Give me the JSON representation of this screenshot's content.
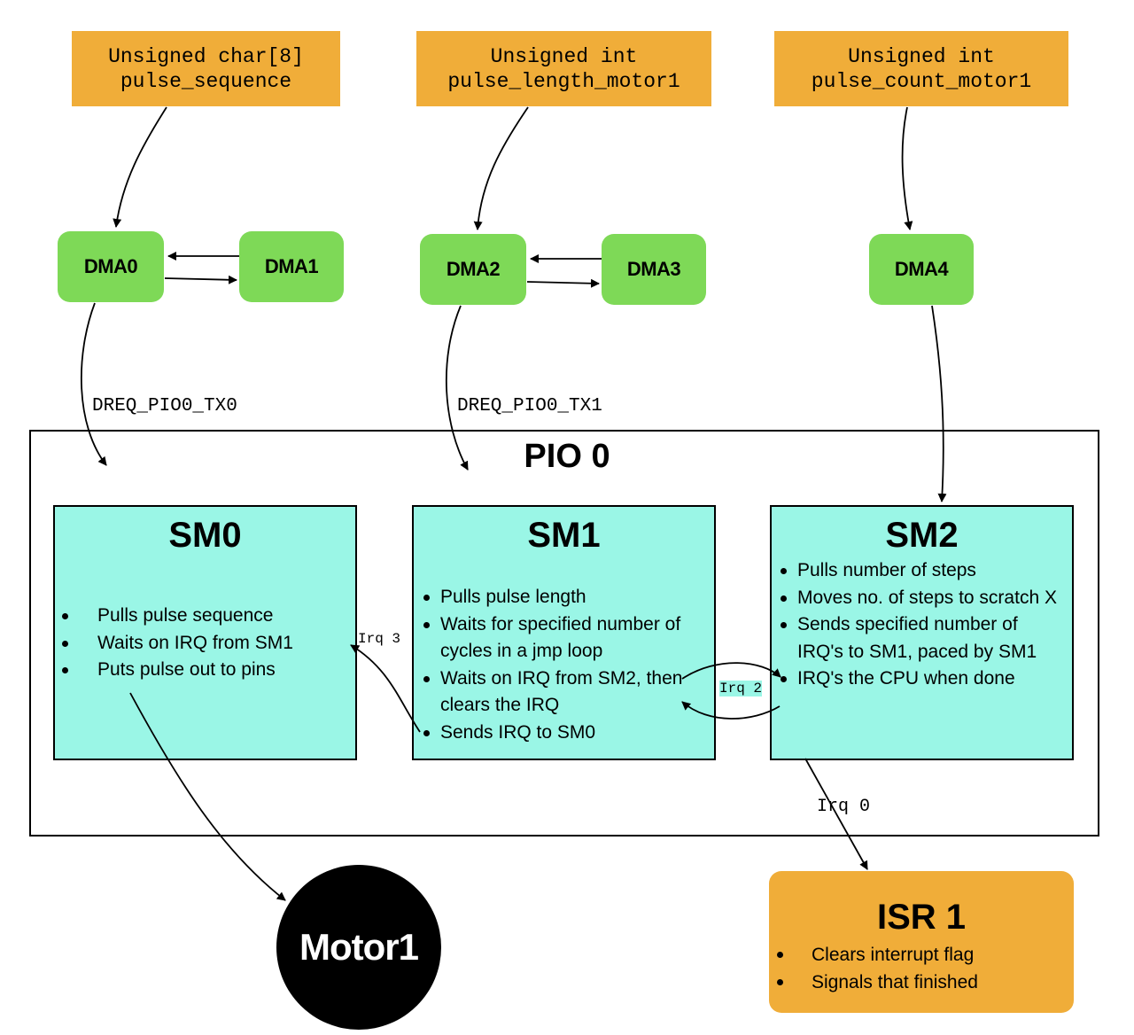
{
  "variables": [
    {
      "type": "Unsigned char[8]",
      "name": "pulse_sequence"
    },
    {
      "type": "Unsigned int",
      "name": "pulse_length_motor1"
    },
    {
      "type": "Unsigned int",
      "name": "pulse_count_motor1"
    }
  ],
  "dma": [
    "DMA0",
    "DMA1",
    "DMA2",
    "DMA3",
    "DMA4"
  ],
  "dreq": [
    "DREQ_PIO0_TX0",
    "DREQ_PIO0_TX1"
  ],
  "pio": {
    "title": "PIO 0"
  },
  "sm0": {
    "title": "SM0",
    "bullets": [
      "Pulls pulse sequence",
      "Waits on IRQ from SM1",
      "Puts pulse out to pins"
    ]
  },
  "sm1": {
    "title": "SM1",
    "bullets": [
      "Pulls pulse length",
      "Waits for specified number of cycles in a jmp loop",
      "Waits on IRQ from SM2, then clears the IRQ",
      "Sends IRQ to SM0"
    ]
  },
  "sm2": {
    "title": "SM2",
    "bullets": [
      "Pulls number of steps",
      "Moves no. of steps to scratch X",
      "Sends specified number of IRQ's to SM1, paced by SM1",
      "IRQ's the CPU when done"
    ]
  },
  "irq_labels": {
    "irq3": "Irq 3",
    "irq2": "Irq 2",
    "irq0": "Irq 0"
  },
  "isr": {
    "title": "ISR 1",
    "bullets": [
      "Clears interrupt flag",
      "Signals that finished"
    ]
  },
  "motor": {
    "label": "Motor1"
  }
}
